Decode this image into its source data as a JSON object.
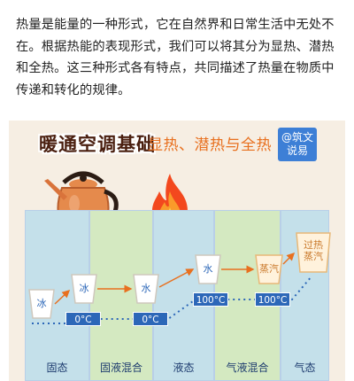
{
  "intro": {
    "line1": "热量是能量的一种形式，它在自然界和日常生活中无处不",
    "line2": "在。根据热能的表现形式，我们可以将其分为显热、潜热",
    "line3": "和全热。这三种形式各有特点，共同描述了热量在物质中",
    "line4": "传递和转化的规律。"
  },
  "graphic": {
    "title_main": "暖通空调基础",
    "title_sub": "显热、潜热与全热",
    "logo_line1": "@筑文",
    "logo_line2": "说易",
    "phases": [
      {
        "label": "固态",
        "color": "#c4e0ea"
      },
      {
        "label": "固液混合",
        "color": "#d4e9c1"
      },
      {
        "label": "液态",
        "color": "#c4e0ea"
      },
      {
        "label": "气液混合",
        "color": "#d4e9c1"
      },
      {
        "label": "气态",
        "color": "#c4e0ea"
      }
    ],
    "cups": [
      {
        "label": "冰",
        "color": "#2c67b8"
      },
      {
        "label": "冰",
        "color": "#2c67b8"
      },
      {
        "label": "水",
        "color": "#2c67b8"
      },
      {
        "label": "水",
        "color": "#2c67b8"
      },
      {
        "label": "蒸汽",
        "color": "#c9782a"
      },
      {
        "label": "过热\n蒸汽",
        "color": "#c9782a"
      }
    ],
    "temps": [
      "0°C",
      "0°C",
      "100°C",
      "100°C"
    ],
    "colors": {
      "arrow": "#e8701f",
      "dots": "#2c67b8",
      "accent": "#e8701f"
    }
  }
}
